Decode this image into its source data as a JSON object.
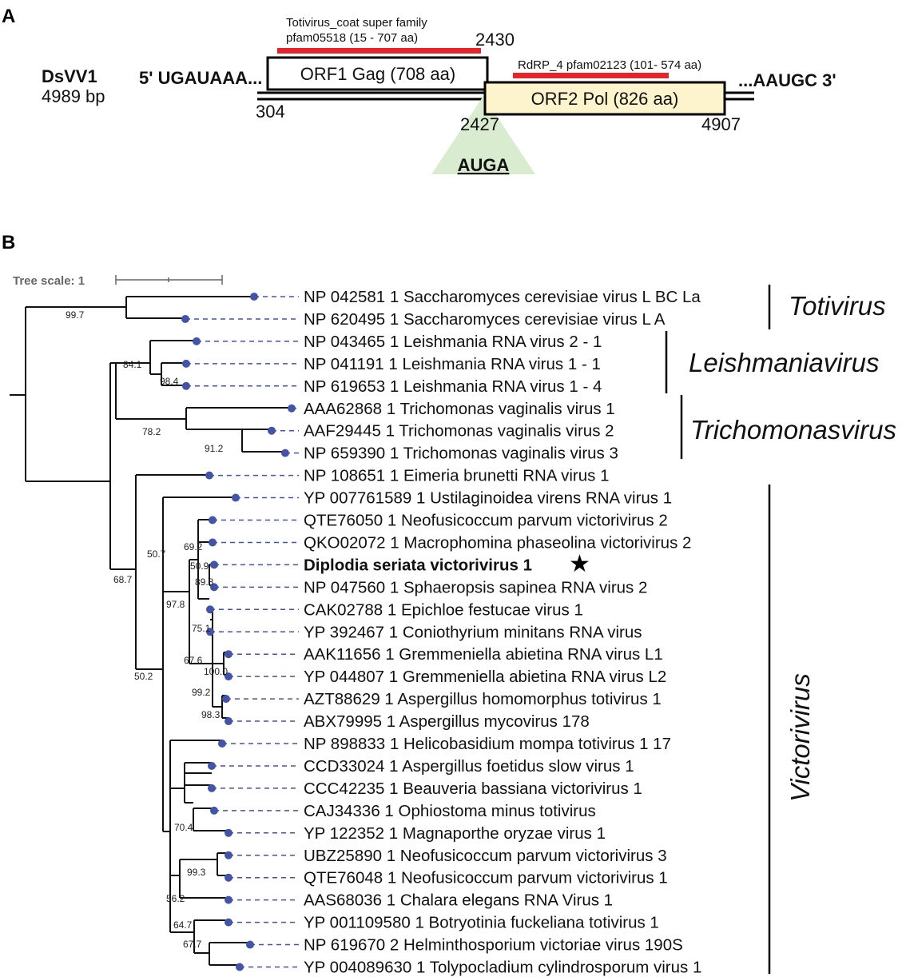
{
  "panel_a": {
    "letter": "A",
    "name": "DsVV1",
    "length": "4989 bp",
    "five_prime": "5' UGAUAAA...",
    "three_prime": "...AAUGC 3'",
    "orf1_label": "ORF1 Gag (708 aa)",
    "orf2_label": "ORF2 Pol (826 aa)",
    "domain1_line1": "Totivirus_coat super family",
    "domain1_line2": "pfam05518 (15 - 707 aa)",
    "domain2_label": "RdRP_4 pfam02123 (101- 574 aa)",
    "pos_304": "304",
    "pos_2430": "2430",
    "pos_2427": "2427",
    "pos_4907": "4907",
    "motif": "AUGA",
    "colors": {
      "domain_bar": "#e8242b",
      "orf2_fill": "#fdf3cc",
      "triangle": "#d9ecd0"
    }
  },
  "panel_b": {
    "letter": "B",
    "tree_scale": "Tree scale: 1",
    "colors": {
      "node": "#4353a8",
      "dash": "#4353a8"
    },
    "leaves": [
      "NP 042581 1 Saccharomyces cerevisiae virus L BC La",
      "NP 620495 1 Saccharomyces cerevisiae virus L A",
      "NP 043465 1 Leishmania RNA virus 2 - 1",
      "NP 041191 1 Leishmania RNA virus 1 - 1",
      "NP 619653 1 Leishmania RNA virus 1 - 4",
      "AAA62868 1 Trichomonas vaginalis virus 1",
      "AAF29445 1 Trichomonas vaginalis virus 2",
      "NP 659390 1 Trichomonas vaginalis virus 3",
      "NP 108651 1 Eimeria brunetti RNA virus 1",
      "YP 007761589 1 Ustilaginoidea virens RNA virus 1",
      "QTE76050 1 Neofusicoccum parvum victorivirus 2",
      "QKO02072 1 Macrophomina phaseolina victorivirus 2",
      "Diplodia seriata victorivirus 1",
      "NP 047560 1 Sphaeropsis sapinea RNA virus 2",
      "CAK02788 1 Epichloe festucae virus 1",
      "YP 392467 1 Coniothyrium minitans RNA virus",
      "AAK11656 1 Gremmeniella abietina RNA virus L1",
      "YP 044807 1 Gremmeniella abietina RNA virus L2",
      "AZT88629 1 Aspergillus homomorphus totivirus 1",
      "ABX79995 1 Aspergillus mycovirus 178",
      "NP 898833 1 Helicobasidium mompa totivirus 1 17",
      "CCD33024 1 Aspergillus foetidus slow virus 1",
      "CCC42235 1 Beauveria bassiana victorivirus 1",
      "CAJ34336 1 Ophiostoma minus totivirus",
      "YP 122352 1 Magnaporthe oryzae virus 1",
      "UBZ25890 1 Neofusicoccum parvum victorivirus 3",
      "QTE76048 1 Neofusicoccum parvum victorivirus 1",
      "AAS68036 1 Chalara elegans RNA Virus 1",
      "YP 001109580 1 Botryotinia fuckeliana totivirus 1",
      "NP 619670 2 Helminthosporium victoriae virus 190S",
      "YP 004089630 1 Tolypocladium cylindrosporum virus 1"
    ],
    "bootstraps": [
      "99.7",
      "84.1",
      "98.4",
      "78.2",
      "91.2",
      "68.7",
      "50.7",
      "69.2",
      "50.9",
      "89.8",
      "97.8",
      "75.1",
      "67.6",
      "100.0",
      "99.2",
      "98.3",
      "50.2",
      "70.4",
      "99.3",
      "56.2",
      "64.7",
      "67.7"
    ],
    "genera": [
      "Totivirus",
      "Leishmaniavirus",
      "Trichomonasvirus",
      "Victorivirus"
    ]
  }
}
